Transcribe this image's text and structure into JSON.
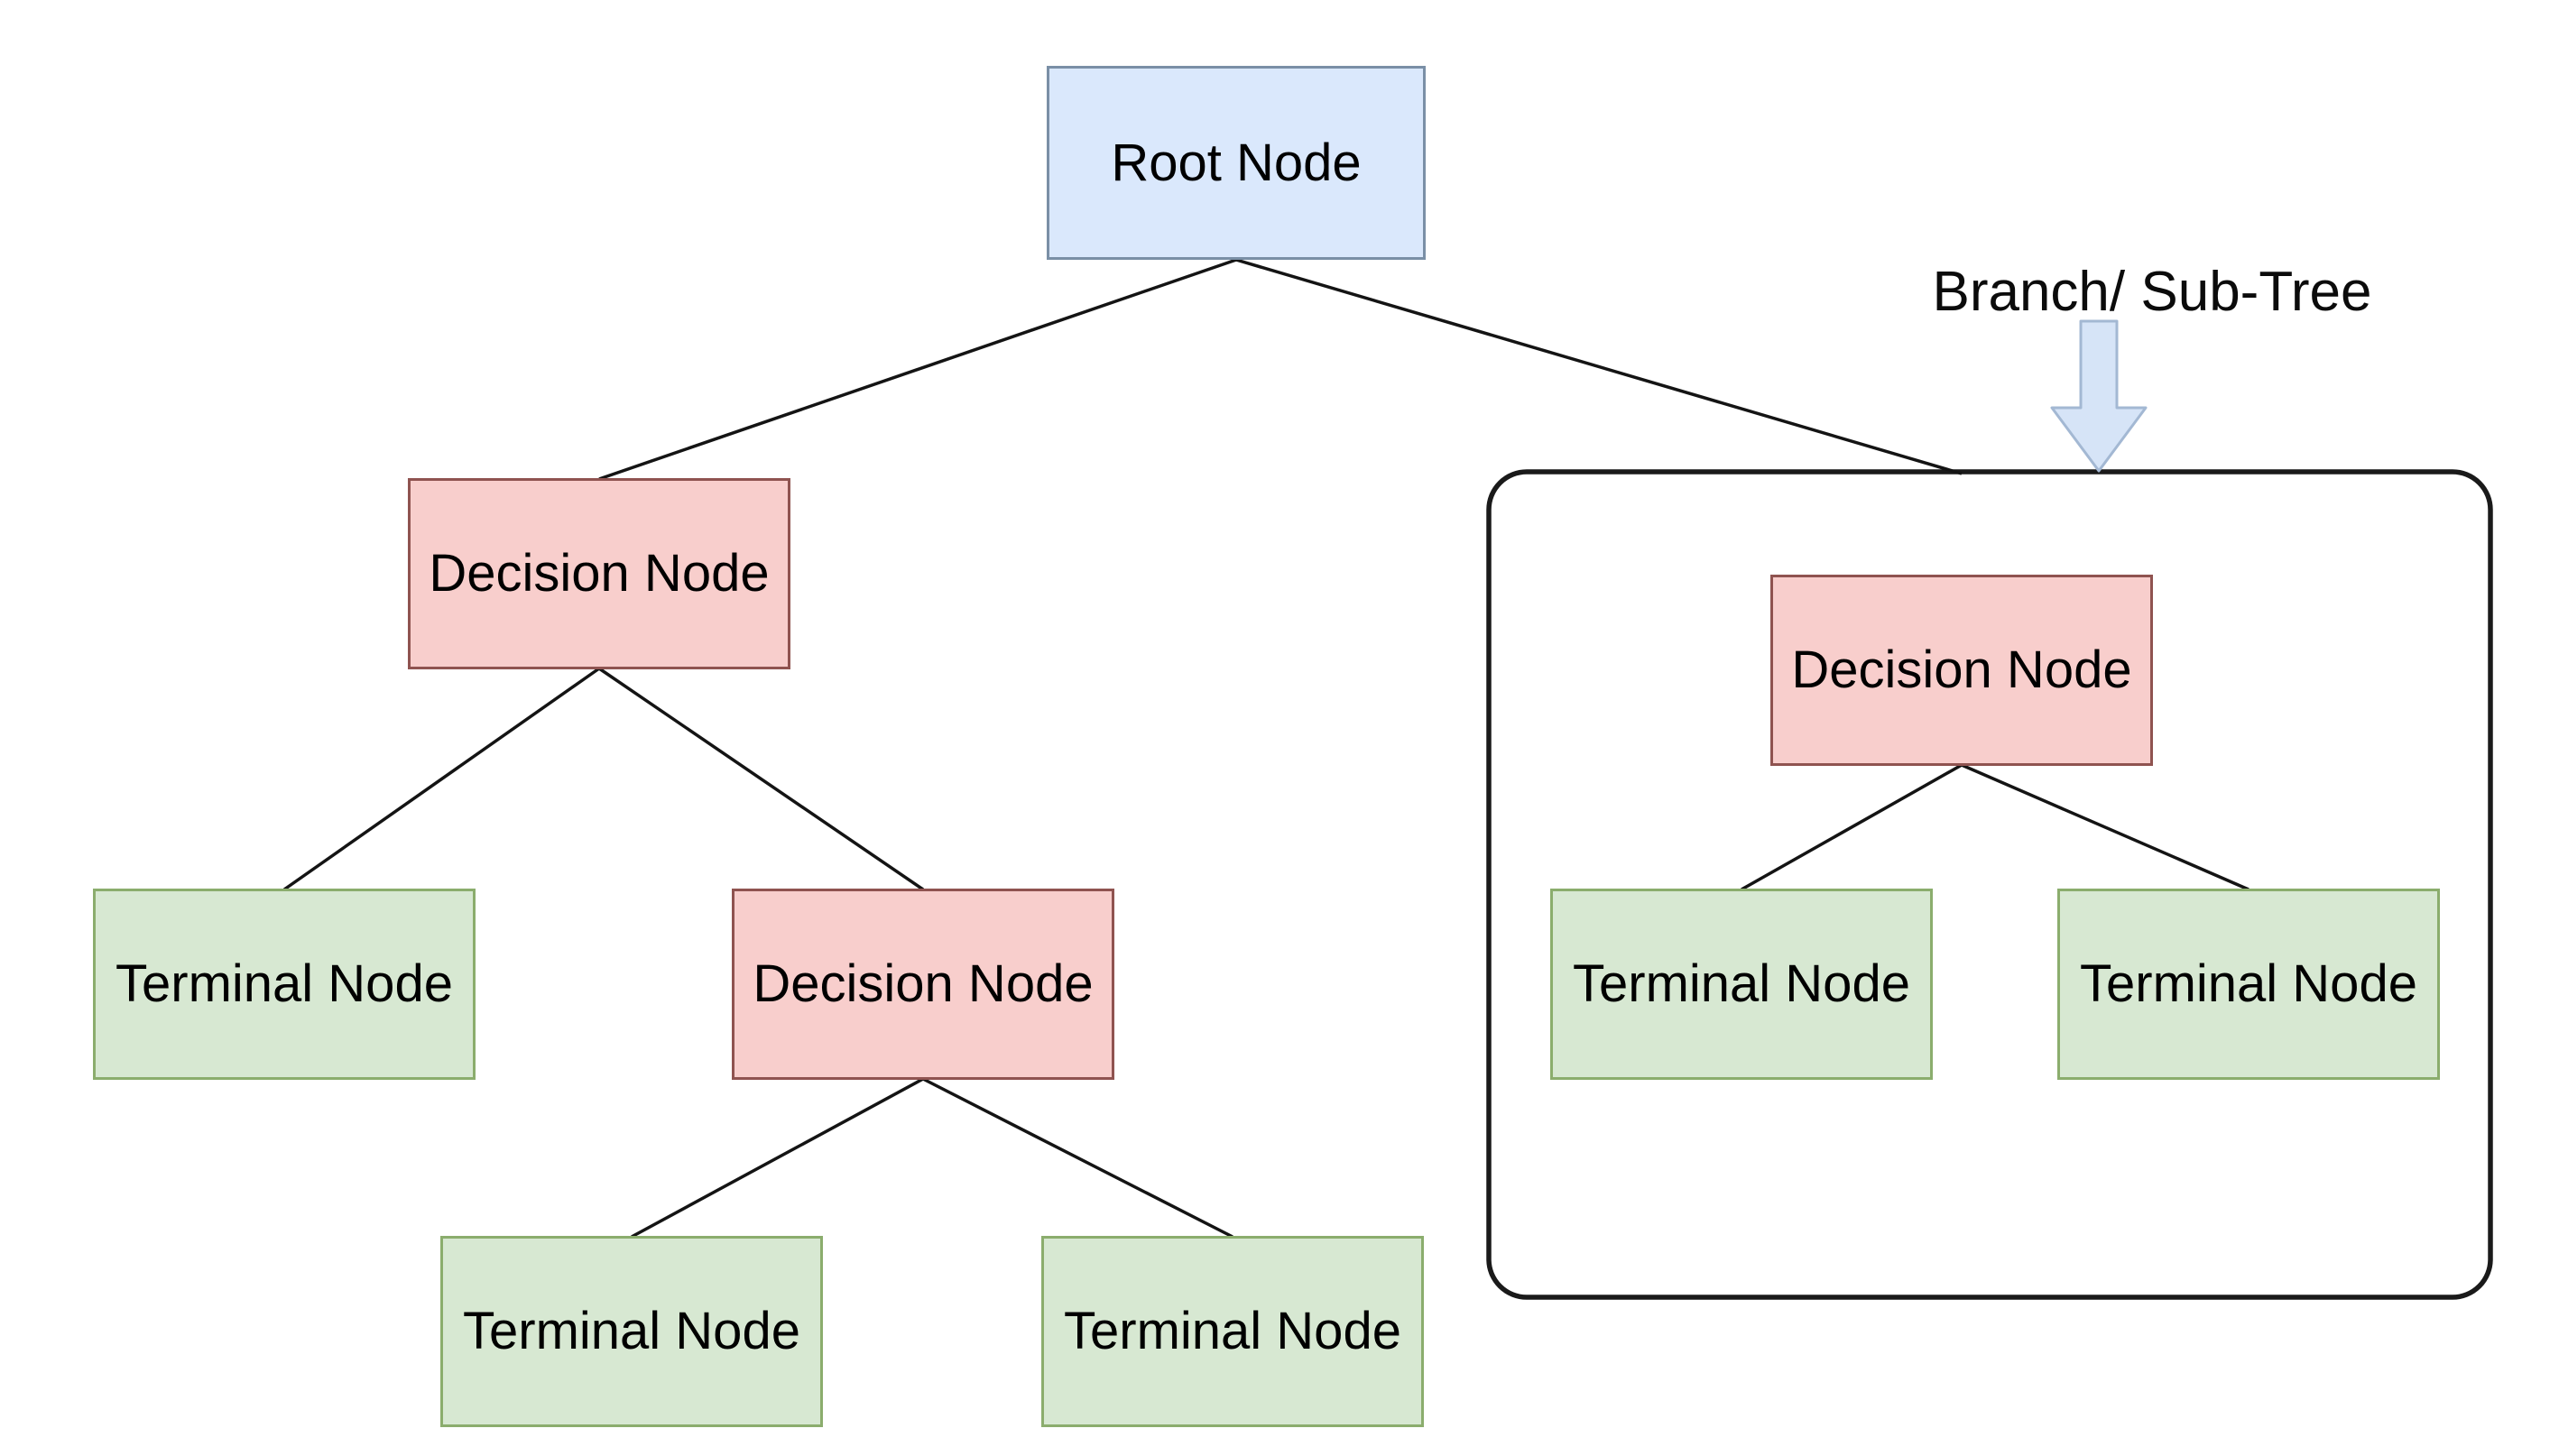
{
  "diagram_type": "decision-tree",
  "nodes": [
    {
      "id": "root",
      "label": "Root Node",
      "kind": "root"
    },
    {
      "id": "decision-left",
      "label": "Decision Node",
      "kind": "decision"
    },
    {
      "id": "terminal-left",
      "label": "Terminal Node",
      "kind": "terminal"
    },
    {
      "id": "decision-mid",
      "label": "Decision Node",
      "kind": "decision"
    },
    {
      "id": "terminal-bottom-1",
      "label": "Terminal Node",
      "kind": "terminal"
    },
    {
      "id": "terminal-bottom-2",
      "label": "Terminal Node",
      "kind": "terminal"
    },
    {
      "id": "decision-right",
      "label": "Decision Node",
      "kind": "decision"
    },
    {
      "id": "terminal-right-1",
      "label": "Terminal Node",
      "kind": "terminal"
    },
    {
      "id": "terminal-right-2",
      "label": "Terminal Node",
      "kind": "terminal"
    }
  ],
  "edges": [
    {
      "from": "root",
      "to": "decision-left"
    },
    {
      "from": "root",
      "to": "subtree-boundary"
    },
    {
      "from": "decision-left",
      "to": "terminal-left"
    },
    {
      "from": "decision-left",
      "to": "decision-mid"
    },
    {
      "from": "decision-mid",
      "to": "terminal-bottom-1"
    },
    {
      "from": "decision-mid",
      "to": "terminal-bottom-2"
    },
    {
      "from": "decision-right",
      "to": "terminal-right-1"
    },
    {
      "from": "decision-right",
      "to": "terminal-right-2"
    }
  ],
  "annotation": {
    "label": "Branch/ Sub-Tree",
    "icon": "down-block-arrow",
    "points_to": "subtree-boundary"
  },
  "subtree": {
    "contains": [
      "decision-right",
      "terminal-right-1",
      "terminal-right-2"
    ]
  },
  "colors": {
    "background": "#ffffff",
    "line": "#141414",
    "subtree_border": "#1a1a1a",
    "root_fill": "#dae8fc",
    "root_border": "#7a8fa6",
    "decision_fill": "#f8cecc",
    "decision_border": "#8f5350",
    "terminal_fill": "#d7e8d2",
    "terminal_border": "#8bad6d",
    "arrow_fill": "#d6e4f7",
    "arrow_border": "#a3b8d3",
    "text": "#000000"
  }
}
